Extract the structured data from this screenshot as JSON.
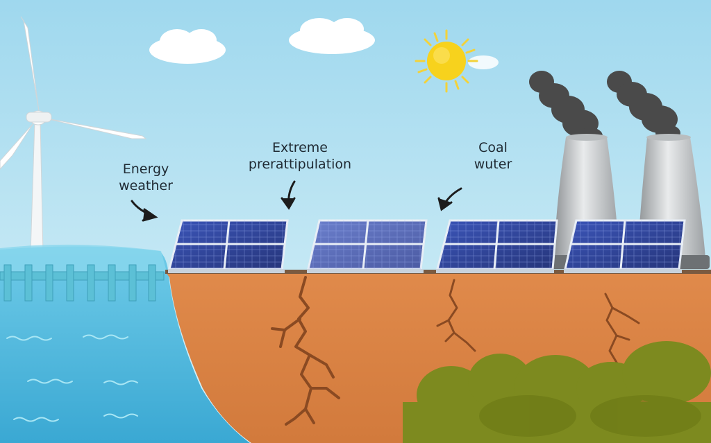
{
  "labels": {
    "energy_weather": {
      "line1": "Energy",
      "line2": "weather"
    },
    "extreme_precipitation": {
      "line1": "Extreme",
      "line2": "prerattipulation"
    },
    "coal_water": {
      "line1": "Coal",
      "line2": "wuter"
    }
  },
  "colors": {
    "sky_top": "#a9dcf0",
    "sky_bottom": "#d9f1f8",
    "water": "#4fb6da",
    "dry_soil": "#d9854a",
    "crack": "#8a4a22",
    "vegetation": "#7d8a1e",
    "solar_panel": "#2e3f8f",
    "smoke": "#4d4d4d",
    "sun": "#f6d21c"
  }
}
